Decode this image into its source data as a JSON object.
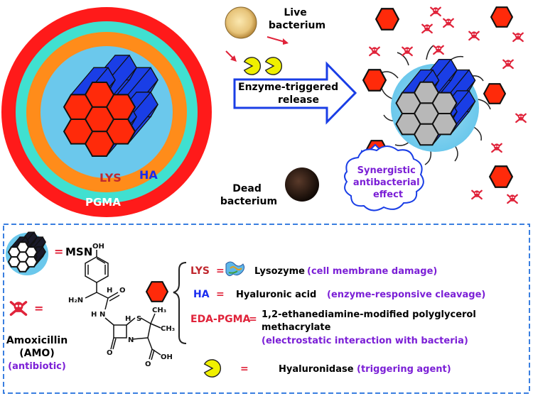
{
  "colors": {
    "pgma": "#ff1a1a",
    "lys_ring": "#ff8c1a",
    "ha_ring": "#40e0d0",
    "inner": "#6bc8ec",
    "hex_red": "#ff2a0a",
    "hex_blue": "#1a3ee6",
    "hex_gray": "#b8b8b8",
    "pac": "#f0f000",
    "skull": "#e0233a",
    "purple_text": "#7b1fd6",
    "ha_text": "#1a2cf0",
    "lys_text": "#c0282f",
    "box_border": "#3a7fe0"
  },
  "top": {
    "labels": {
      "lys": "LYS",
      "ha": "HA",
      "pgma": "PGMA",
      "live": "Live bacterium",
      "enzyme": "Enzyme-triggered release",
      "dead": "Dead bacterium",
      "synergistic": "Synergistic antibacterial effect"
    }
  },
  "legend": {
    "msn_eq": "=",
    "msn": "MSN",
    "skull_eq": "=",
    "amoxicillin": "Amoxicillin",
    "amo": "(AMO)",
    "antibiotic": "(antibiotic)",
    "structure": {
      "oh_top": "OH",
      "h2n": "H₂N",
      "o1": "O",
      "h1": "H",
      "n1": "N",
      "h2": "H",
      "h3": "H",
      "s": "S",
      "ch3a": "CH₃",
      "ch3b": "CH₃",
      "n2": "N",
      "o2": "O",
      "o3": "O",
      "oh2": "OH"
    },
    "items": {
      "lys_abbr": "LYS",
      "lys_eq": "=",
      "lys_name": "Lysozyme",
      "lys_role": "(cell membrane damage)",
      "ha_abbr": "HA",
      "ha_eq": "=",
      "ha_name": "Hyaluronic acid",
      "ha_role": "(enzyme-responsive cleavage)",
      "pgma_abbr": "EDA-PGMA",
      "pgma_eq": "=",
      "pgma_name1": "1,2-ethanediamine-modified polyglycerol",
      "pgma_name2": "methacrylate",
      "pgma_role": "(electrostatic interaction with bacteria)",
      "pac_eq": "=",
      "pac_name": "Hyaluronidase",
      "pac_role": "(triggering agent)"
    }
  }
}
